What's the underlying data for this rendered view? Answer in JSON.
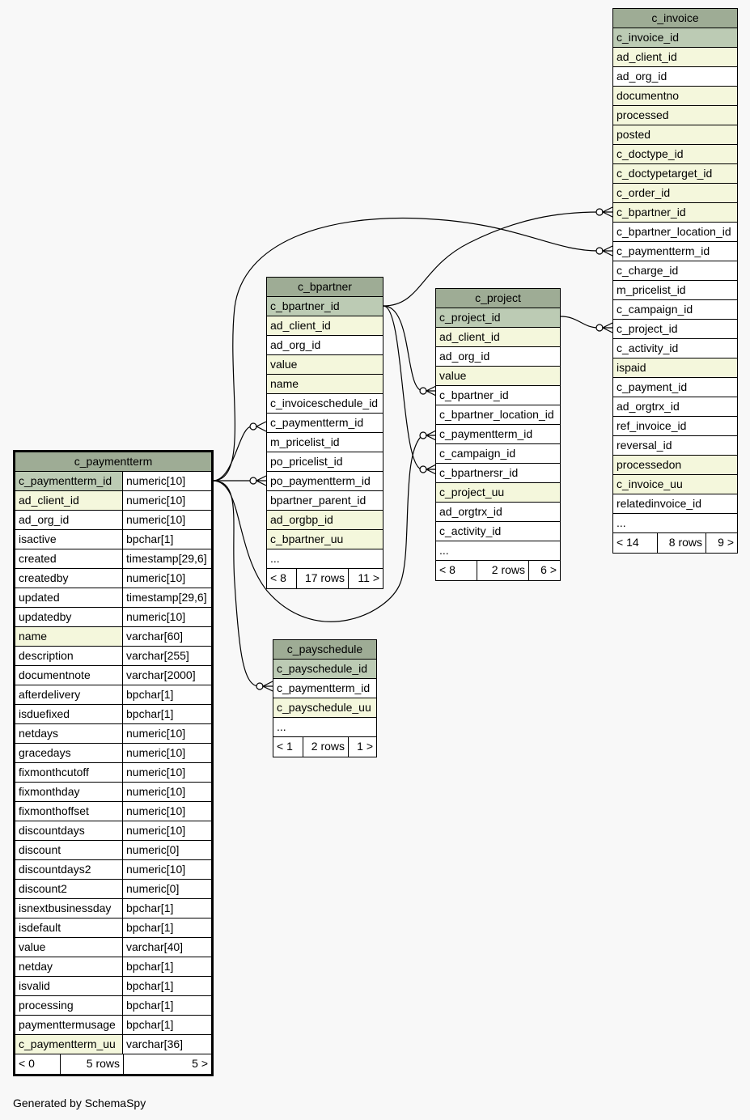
{
  "footer": "Generated by SchemaSpy",
  "tables": {
    "c_invoice": {
      "name": "c_invoice",
      "rows": [
        {
          "name": "c_invoice_id",
          "kind": "pk"
        },
        {
          "name": "ad_client_id",
          "kind": "idx"
        },
        {
          "name": "ad_org_id",
          "kind": ""
        },
        {
          "name": "documentno",
          "kind": "idx"
        },
        {
          "name": "processed",
          "kind": "idx"
        },
        {
          "name": "posted",
          "kind": "idx"
        },
        {
          "name": "c_doctype_id",
          "kind": "idx"
        },
        {
          "name": "c_doctypetarget_id",
          "kind": "idx"
        },
        {
          "name": "c_order_id",
          "kind": "idx"
        },
        {
          "name": "c_bpartner_id",
          "kind": "idx"
        },
        {
          "name": "c_bpartner_location_id",
          "kind": ""
        },
        {
          "name": "c_paymentterm_id",
          "kind": ""
        },
        {
          "name": "c_charge_id",
          "kind": ""
        },
        {
          "name": "m_pricelist_id",
          "kind": ""
        },
        {
          "name": "c_campaign_id",
          "kind": ""
        },
        {
          "name": "c_project_id",
          "kind": ""
        },
        {
          "name": "c_activity_id",
          "kind": ""
        },
        {
          "name": "ispaid",
          "kind": "idx"
        },
        {
          "name": "c_payment_id",
          "kind": ""
        },
        {
          "name": "ad_orgtrx_id",
          "kind": ""
        },
        {
          "name": "ref_invoice_id",
          "kind": ""
        },
        {
          "name": "reversal_id",
          "kind": ""
        },
        {
          "name": "processedon",
          "kind": "idx"
        },
        {
          "name": "c_invoice_uu",
          "kind": "idx"
        },
        {
          "name": "relatedinvoice_id",
          "kind": ""
        },
        {
          "name": "...",
          "kind": ""
        }
      ],
      "footer": [
        "< 14",
        "8 rows",
        "9 >"
      ]
    },
    "c_bpartner": {
      "name": "c_bpartner",
      "rows": [
        {
          "name": "c_bpartner_id",
          "kind": "pk"
        },
        {
          "name": "ad_client_id",
          "kind": "idx"
        },
        {
          "name": "ad_org_id",
          "kind": ""
        },
        {
          "name": "value",
          "kind": "idx"
        },
        {
          "name": "name",
          "kind": "idx"
        },
        {
          "name": "c_invoiceschedule_id",
          "kind": ""
        },
        {
          "name": "c_paymentterm_id",
          "kind": ""
        },
        {
          "name": "m_pricelist_id",
          "kind": ""
        },
        {
          "name": "po_pricelist_id",
          "kind": ""
        },
        {
          "name": "po_paymentterm_id",
          "kind": ""
        },
        {
          "name": "bpartner_parent_id",
          "kind": ""
        },
        {
          "name": "ad_orgbp_id",
          "kind": "idx"
        },
        {
          "name": "c_bpartner_uu",
          "kind": "idx"
        },
        {
          "name": "...",
          "kind": ""
        }
      ],
      "footer": [
        "< 8",
        "17 rows",
        "11 >"
      ]
    },
    "c_project": {
      "name": "c_project",
      "rows": [
        {
          "name": "c_project_id",
          "kind": "pk"
        },
        {
          "name": "ad_client_id",
          "kind": "idx"
        },
        {
          "name": "ad_org_id",
          "kind": ""
        },
        {
          "name": "value",
          "kind": "idx"
        },
        {
          "name": "c_bpartner_id",
          "kind": ""
        },
        {
          "name": "c_bpartner_location_id",
          "kind": ""
        },
        {
          "name": "c_paymentterm_id",
          "kind": ""
        },
        {
          "name": "c_campaign_id",
          "kind": ""
        },
        {
          "name": "c_bpartnersr_id",
          "kind": ""
        },
        {
          "name": "c_project_uu",
          "kind": "idx"
        },
        {
          "name": "ad_orgtrx_id",
          "kind": ""
        },
        {
          "name": "c_activity_id",
          "kind": ""
        },
        {
          "name": "...",
          "kind": ""
        }
      ],
      "footer": [
        "< 8",
        "2 rows",
        "6 >"
      ]
    },
    "c_payschedule": {
      "name": "c_payschedule",
      "rows": [
        {
          "name": "c_payschedule_id",
          "kind": "pk"
        },
        {
          "name": "c_paymentterm_id",
          "kind": ""
        },
        {
          "name": "c_payschedule_uu",
          "kind": "idx"
        },
        {
          "name": "...",
          "kind": ""
        }
      ],
      "footer": [
        "< 1",
        "2 rows",
        "1 >"
      ]
    },
    "c_paymentterm": {
      "name": "c_paymentterm",
      "rows": [
        {
          "name": "c_paymentterm_id",
          "type": "numeric[10]",
          "kind": "pk"
        },
        {
          "name": "ad_client_id",
          "type": "numeric[10]",
          "kind": "idx"
        },
        {
          "name": "ad_org_id",
          "type": "numeric[10]",
          "kind": ""
        },
        {
          "name": "isactive",
          "type": "bpchar[1]",
          "kind": ""
        },
        {
          "name": "created",
          "type": "timestamp[29,6]",
          "kind": ""
        },
        {
          "name": "createdby",
          "type": "numeric[10]",
          "kind": ""
        },
        {
          "name": "updated",
          "type": "timestamp[29,6]",
          "kind": ""
        },
        {
          "name": "updatedby",
          "type": "numeric[10]",
          "kind": ""
        },
        {
          "name": "name",
          "type": "varchar[60]",
          "kind": "idx"
        },
        {
          "name": "description",
          "type": "varchar[255]",
          "kind": ""
        },
        {
          "name": "documentnote",
          "type": "varchar[2000]",
          "kind": ""
        },
        {
          "name": "afterdelivery",
          "type": "bpchar[1]",
          "kind": ""
        },
        {
          "name": "isduefixed",
          "type": "bpchar[1]",
          "kind": ""
        },
        {
          "name": "netdays",
          "type": "numeric[10]",
          "kind": ""
        },
        {
          "name": "gracedays",
          "type": "numeric[10]",
          "kind": ""
        },
        {
          "name": "fixmonthcutoff",
          "type": "numeric[10]",
          "kind": ""
        },
        {
          "name": "fixmonthday",
          "type": "numeric[10]",
          "kind": ""
        },
        {
          "name": "fixmonthoffset",
          "type": "numeric[10]",
          "kind": ""
        },
        {
          "name": "discountdays",
          "type": "numeric[10]",
          "kind": ""
        },
        {
          "name": "discount",
          "type": "numeric[0]",
          "kind": ""
        },
        {
          "name": "discountdays2",
          "type": "numeric[10]",
          "kind": ""
        },
        {
          "name": "discount2",
          "type": "numeric[0]",
          "kind": ""
        },
        {
          "name": "isnextbusinessday",
          "type": "bpchar[1]",
          "kind": ""
        },
        {
          "name": "isdefault",
          "type": "bpchar[1]",
          "kind": ""
        },
        {
          "name": "value",
          "type": "varchar[40]",
          "kind": ""
        },
        {
          "name": "netday",
          "type": "bpchar[1]",
          "kind": ""
        },
        {
          "name": "isvalid",
          "type": "bpchar[1]",
          "kind": ""
        },
        {
          "name": "processing",
          "type": "bpchar[1]",
          "kind": ""
        },
        {
          "name": "paymenttermusage",
          "type": "bpchar[1]",
          "kind": ""
        },
        {
          "name": "c_paymentterm_uu",
          "type": "varchar[36]",
          "kind": "idx"
        }
      ],
      "footer": [
        "< 0",
        "5 rows",
        "5 >"
      ]
    }
  }
}
